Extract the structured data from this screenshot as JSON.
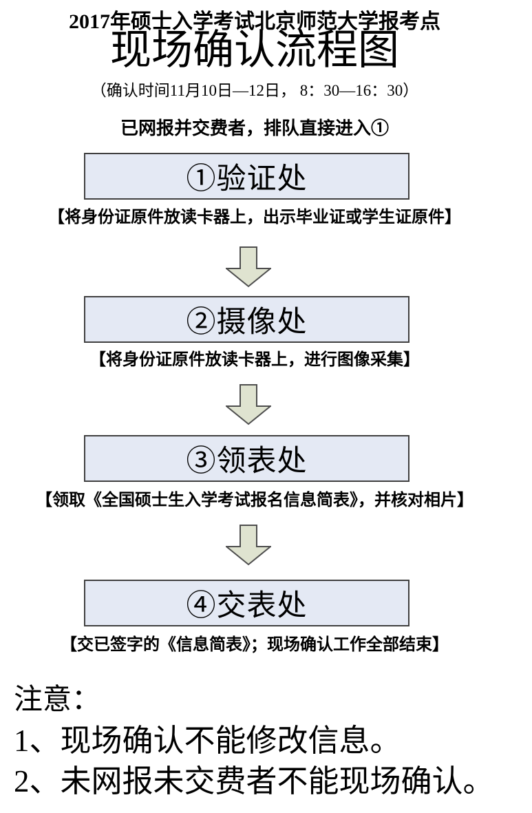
{
  "page": {
    "title_line1": "2017年硕士入学考试北京师范大学报考点",
    "main_title": "现场确认流程图",
    "subtitle": "（确认时间11月10日—12日， 8：30—16：30）",
    "intro": "已网报并交费者，排队直接进入①"
  },
  "flow": {
    "steps": [
      {
        "box_label": "①验证处",
        "caption": "【将身份证原件放读卡器上，出示毕业证或学生证原件】"
      },
      {
        "box_label": "②摄像处",
        "caption": "【将身份证原件放读卡器上，进行图像采集】"
      },
      {
        "box_label": "③领表处",
        "caption": "【领取《全国硕士生入学考试报名信息简表》，并核对相片】"
      },
      {
        "box_label": "④交表处",
        "caption": "【交已签字的《信息简表》；现场确认工作全部结束】"
      }
    ]
  },
  "notes": {
    "heading": "注意：",
    "items": [
      "1、现场确认不能修改信息。",
      "2、未网报未交费者不能现场确认。"
    ]
  },
  "colors": {
    "box_fill": "#e4e9f4",
    "box_border": "#3f3f3f",
    "arrow_fill": "#dfe3d0",
    "arrow_border": "#4d4d4d",
    "text": "#000000",
    "background": "#ffffff"
  },
  "icons": [
    {
      "name": "down-arrow-icon",
      "meaning": "flow to next step"
    }
  ]
}
